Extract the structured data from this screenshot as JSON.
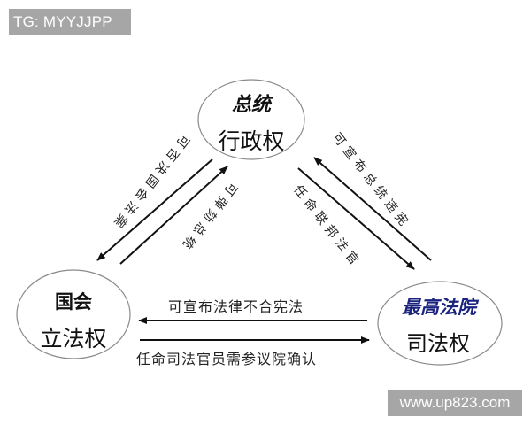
{
  "watermarks": {
    "top_left": "TG: MYYJJPP",
    "bottom_right": "www.up823.com"
  },
  "nodes": {
    "executive": {
      "title": "总统",
      "subtitle": "行政权"
    },
    "legislative": {
      "title": "国会",
      "subtitle": "立法权"
    },
    "judicial": {
      "title": "最高法院",
      "subtitle": "司法权"
    }
  },
  "relations": {
    "exec_to_leg": "可否决国会法案",
    "leg_to_exec": "可弹劾总统",
    "exec_to_jud": "任命联邦法官",
    "jud_to_exec": "可宣布总统违宪",
    "jud_to_leg": "可宣布法律不合宪法",
    "leg_to_jud": "任命司法官员需参议院确认"
  },
  "colors": {
    "judicial_title": "#1a237e",
    "text": "#1a1a1a",
    "watermark_bg": "#a6a6a6",
    "ellipse_stroke": "#888888"
  }
}
